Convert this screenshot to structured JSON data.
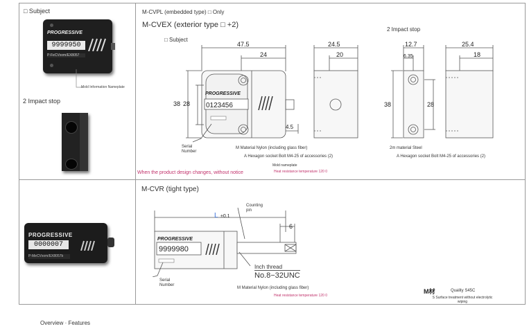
{
  "cell_a": {
    "subject_label": "□ Subject",
    "nameplate_label": "Mold Information Nameplate",
    "impact_label": "2 Impact stop",
    "brand": "PROGRESSIVE",
    "counter": "9999950",
    "plate_text": "P-FeCVxom/EX8057"
  },
  "cell_b": {
    "title_embedded": "M-CVPL (embedded type) □ Only",
    "title_exterior": "M-CVEX (exterior type □ +2)",
    "subject_label": "□ Subject",
    "impact_label": "2 Impact stop",
    "dims": {
      "d475": "47.5",
      "d24": "24",
      "d245": "24.5",
      "d20": "20",
      "d127": "12.7",
      "d635": "6.35",
      "d254": "25.4",
      "d18": "18",
      "d38a": "38",
      "d28a": "28",
      "d45": "4.5",
      "d38b": "38",
      "d28b": "28"
    },
    "brand": "PROGRESSIVE",
    "counter": "0123456",
    "serial_label": "Serial Number",
    "material_nylon": "M Material Nylon (including glass fiber)",
    "hex_socket_1": "A Hexagon socket Bolt M4-25 of accessories (2)",
    "material_steel": "2m material Steel",
    "hex_socket_2": "A Hexagon socket Bolt M4-25 of accessories (2)",
    "mold_nameplate": "Mold nameplate",
    "heat_resistance": "Heat resistance temperature 120 0",
    "notice": "When the product design changes, without notice"
  },
  "cell_c": {
    "brand": "PROGRESSIVE",
    "counter": "0000007",
    "plate_text": "P-MeCVxom/EX8057b"
  },
  "cell_d": {
    "title": "M-CVR (tight type)",
    "length_label": "L",
    "tolerance": "±0.1",
    "counting_pin": "Counting pin",
    "dim6": "6",
    "brand": "PROGRESSIVE",
    "counter": "9999980",
    "serial_label": "Serial Number",
    "inch_thread": "Inch thread",
    "thread_spec": "No.8−32UNC",
    "material_nylon": "M Material Nylon (including glass fiber)",
    "heat_resistance": "Heat resistance temperature 120 0",
    "quality_mark": "M材",
    "quality": "Quality S45C",
    "surface": "S Surface treatment without electrolytic wiping"
  },
  "footer": {
    "overview": "Overview · Features"
  }
}
